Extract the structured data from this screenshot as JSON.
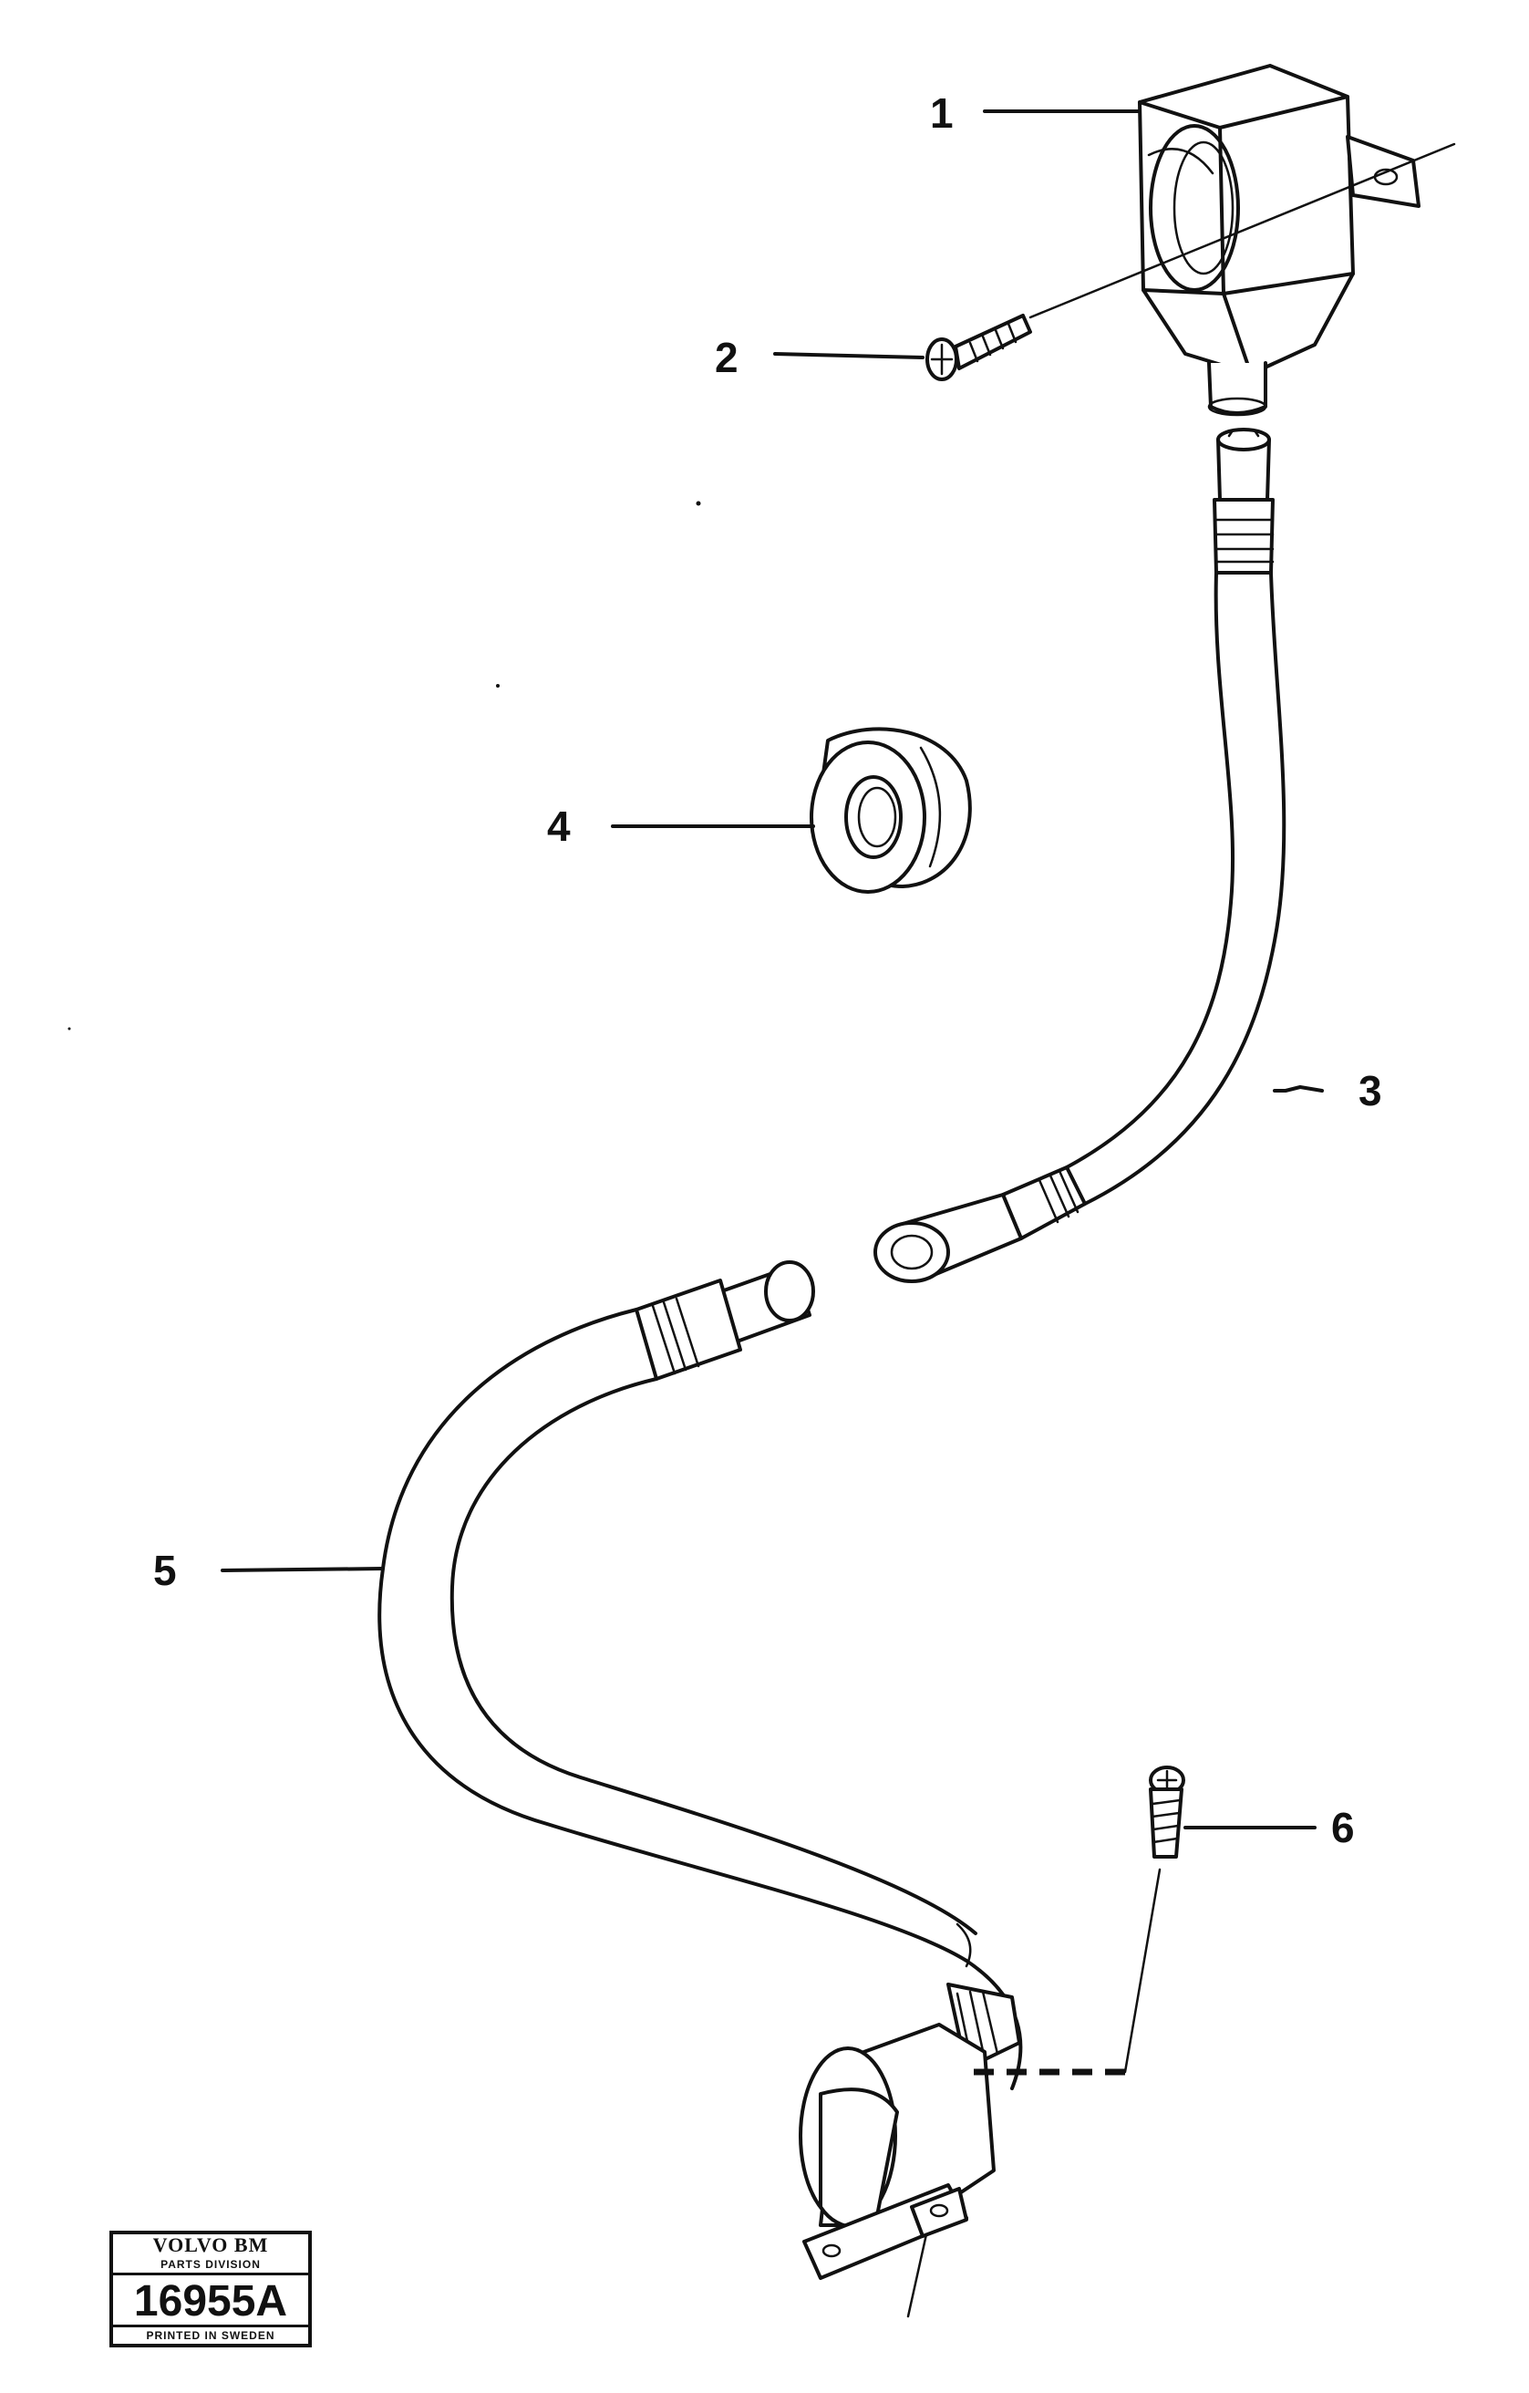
{
  "callouts": [
    "1",
    "2",
    "3",
    "4",
    "5",
    "6"
  ],
  "stamp": {
    "brand": "VOLVO BM",
    "division": "PARTS DIVISION",
    "code": "16955A",
    "printed": "PRINTED IN SWEDEN"
  }
}
